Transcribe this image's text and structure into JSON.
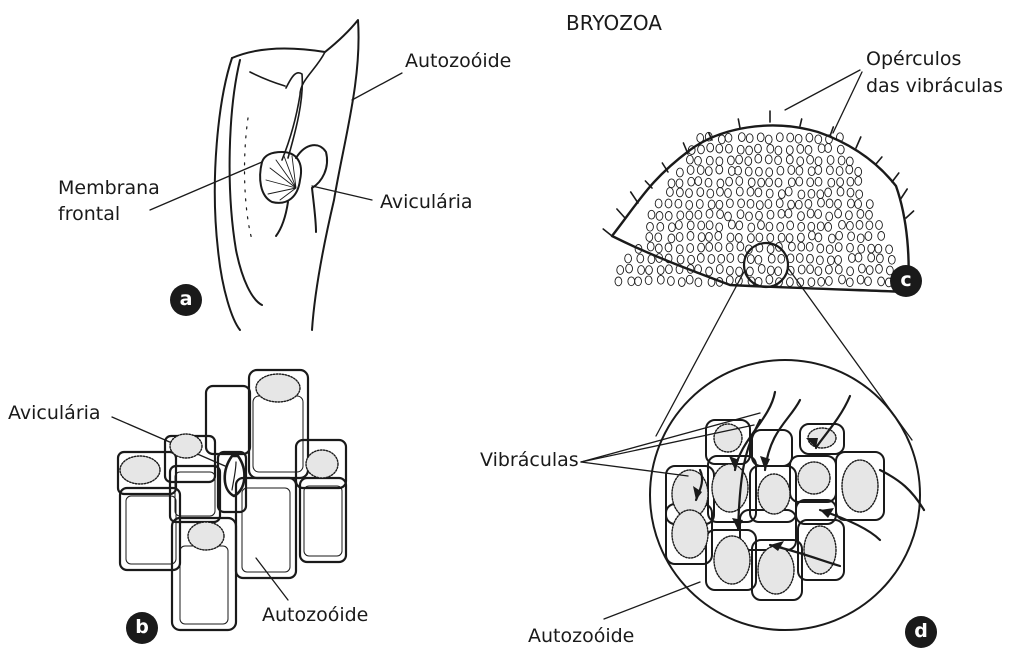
{
  "title": "BRYOZOA",
  "panel_a": {
    "badge": "a",
    "labels": {
      "autozooid": "Autozoóide",
      "avicularia": "Aviculária",
      "membrane_line1": "Membrana",
      "membrane_line2": "frontal"
    }
  },
  "panel_b": {
    "badge": "b",
    "labels": {
      "avicularia": "Aviculária",
      "autozooid": "Autozoóide"
    }
  },
  "panel_c": {
    "badge": "c",
    "labels": {
      "opercula_line1": "Opérculos",
      "opercula_line2": "das vibráculas"
    }
  },
  "panel_d": {
    "badge": "d",
    "labels": {
      "vibracula": "Vibráculas",
      "autozooid": "Autozoóide"
    }
  }
}
